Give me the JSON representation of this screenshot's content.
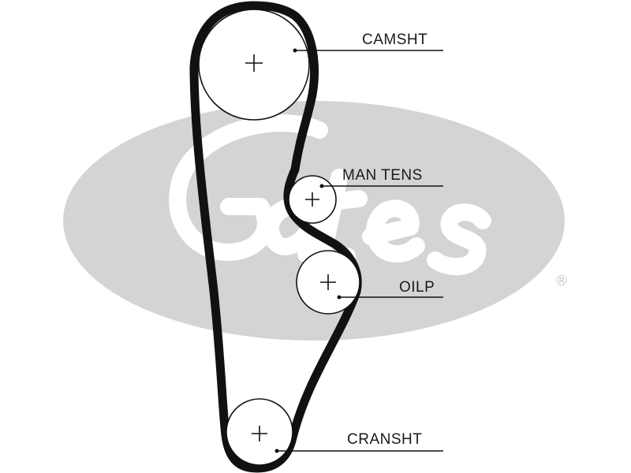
{
  "diagram": {
    "logo_text": "Gates",
    "registered_mark": "®",
    "colors": {
      "belt": "#111111",
      "logo": "#d4d4d4",
      "text": "#1a1a1a",
      "background": "#ffffff"
    },
    "labels": {
      "camshaft": "CAMSHT",
      "tensioner": "MAN TENS",
      "oil_pump": "OILP",
      "crankshaft": "CRANSHT"
    }
  }
}
